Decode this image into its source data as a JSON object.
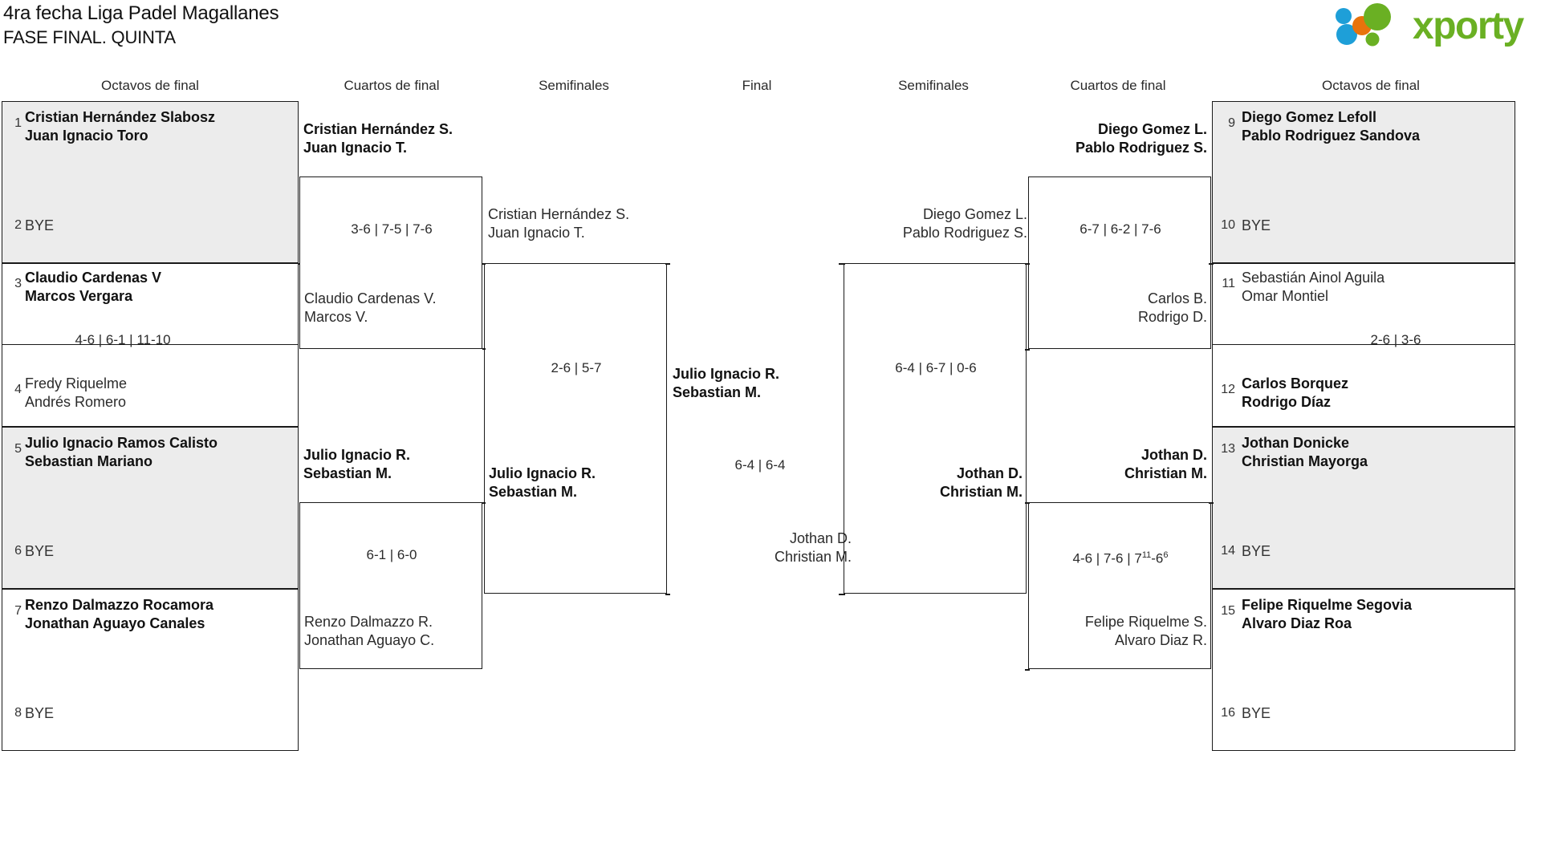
{
  "header": {
    "title_line1": "4ra fecha Liga Padel Magallanes",
    "title_line2": "FASE FINAL. QUINTA",
    "logo_text": "xporty",
    "logo_colors": {
      "green": "#6ab023",
      "blue": "#1e9fd8",
      "orange": "#e8730c"
    }
  },
  "round_headers": {
    "left_r16": "Octavos de final",
    "left_qf": "Cuartos de final",
    "left_sf": "Semifinales",
    "final": "Final",
    "right_sf": "Semifinales",
    "right_qf": "Cuartos de final",
    "right_r16": "Octavos de final"
  },
  "bracket": {
    "left_r16": [
      {
        "seed_top": "1",
        "top_p1": "Cristian Hernández Slabosz",
        "top_p2": "Juan Ignacio Toro",
        "top_winner": true,
        "seed_bottom": "2",
        "bottom_p1": "BYE",
        "bottom_p2": "",
        "bottom_winner": false,
        "score": ""
      },
      {
        "seed_top": "3",
        "top_p1": "Claudio Cardenas V",
        "top_p2": "Marcos Vergara",
        "top_winner": true,
        "seed_bottom": "4",
        "bottom_p1": "Fredy Riquelme",
        "bottom_p2": "Andrés Romero",
        "bottom_winner": false,
        "score": "4-6 | 6-1 | 11-10"
      },
      {
        "seed_top": "5",
        "top_p1": "Julio Ignacio Ramos Calisto",
        "top_p2": "Sebastian Mariano",
        "top_winner": true,
        "seed_bottom": "6",
        "bottom_p1": "BYE",
        "bottom_p2": "",
        "bottom_winner": false,
        "score": ""
      },
      {
        "seed_top": "7",
        "top_p1": "Renzo Dalmazzo Rocamora",
        "top_p2": "Jonathan Aguayo Canales",
        "top_winner": true,
        "seed_bottom": "8",
        "bottom_p1": "BYE",
        "bottom_p2": "",
        "bottom_winner": false,
        "score": ""
      }
    ],
    "left_qf": [
      {
        "top_p1": "Cristian Hernández S.",
        "top_p2": "Juan Ignacio T.",
        "top_winner": true,
        "bottom_p1": "Claudio Cardenas V.",
        "bottom_p2": "Marcos V.",
        "bottom_winner": false,
        "score": "3-6 | 7-5 | 7-6"
      },
      {
        "top_p1": "Julio Ignacio R.",
        "top_p2": "Sebastian M.",
        "top_winner": true,
        "bottom_p1": "Renzo Dalmazzo R.",
        "bottom_p2": "Jonathan Aguayo C.",
        "bottom_winner": false,
        "score": "6-1 | 6-0"
      }
    ],
    "left_sf": [
      {
        "top_p1": "Cristian Hernández S.",
        "top_p2": "Juan Ignacio T.",
        "top_winner": false,
        "bottom_p1": "Julio Ignacio R.",
        "bottom_p2": "Sebastian M.",
        "bottom_winner": true,
        "score": "2-6 | 5-7"
      }
    ],
    "final": [
      {
        "top_p1": "Julio Ignacio R.",
        "top_p2": "Sebastian M.",
        "top_winner": true,
        "bottom_p1": "Jothan D.",
        "bottom_p2": "Christian M.",
        "bottom_winner": false,
        "score": "6-4 | 6-4"
      }
    ],
    "right_sf": [
      {
        "top_p1": "Diego Gomez L.",
        "top_p2": "Pablo Rodriguez S.",
        "top_winner": false,
        "bottom_p1": "Jothan D.",
        "bottom_p2": "Christian M.",
        "bottom_winner": true,
        "score": "6-4 | 6-7 | 0-6"
      }
    ],
    "right_qf": [
      {
        "top_p1": "Diego Gomez L.",
        "top_p2": "Pablo Rodriguez S.",
        "top_winner": true,
        "bottom_p1": "Carlos B.",
        "bottom_p2": "Rodrigo D.",
        "bottom_winner": false,
        "score": "6-7 | 6-2 | 7-6"
      },
      {
        "top_p1": "Jothan D.",
        "top_p2": "Christian M.",
        "top_winner": true,
        "bottom_p1": "Felipe Riquelme S.",
        "bottom_p2": "Alvaro Diaz R.",
        "bottom_winner": false,
        "score_pre": "4-6 | 7-6 | 7",
        "score_sup1": "11",
        "score_mid": "-6",
        "score_sup2": "6"
      }
    ],
    "right_r16": [
      {
        "seed_top": "9",
        "top_p1": "Diego Gomez Lefoll",
        "top_p2": "Pablo Rodriguez Sandova",
        "top_winner": true,
        "seed_bottom": "10",
        "bottom_p1": "BYE",
        "bottom_p2": "",
        "bottom_winner": false,
        "score": ""
      },
      {
        "seed_top": "11",
        "top_p1": "Sebastián Ainol Aguila",
        "top_p2": "Omar Montiel",
        "top_winner": false,
        "seed_bottom": "12",
        "bottom_p1": "Carlos Borquez",
        "bottom_p2": "Rodrigo Díaz",
        "bottom_winner": true,
        "score": "2-6 | 3-6"
      },
      {
        "seed_top": "13",
        "top_p1": "Jothan Donicke",
        "top_p2": "Christian Mayorga",
        "top_winner": true,
        "seed_bottom": "14",
        "bottom_p1": "BYE",
        "bottom_p2": "",
        "bottom_winner": false,
        "score": ""
      },
      {
        "seed_top": "15",
        "top_p1": "Felipe Riquelme Segovia",
        "top_p2": "Alvaro Diaz Roa",
        "top_winner": true,
        "seed_bottom": "16",
        "bottom_p1": "BYE",
        "bottom_p2": "",
        "bottom_winner": false,
        "score": ""
      }
    ]
  }
}
